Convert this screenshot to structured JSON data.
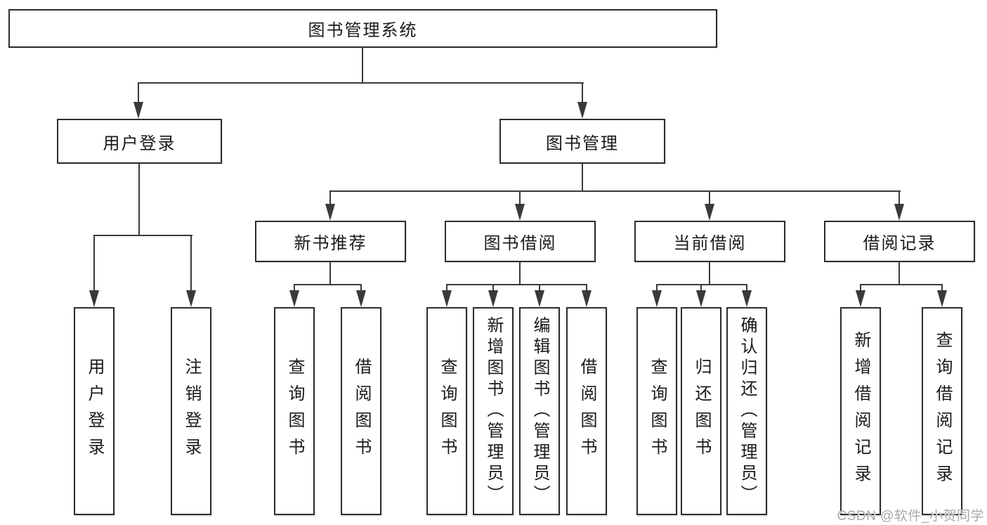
{
  "tree": {
    "label": "图书管理系统",
    "children": [
      {
        "label": "用户登录",
        "children": [
          {
            "label": "用户登录"
          },
          {
            "label": "注销登录"
          }
        ]
      },
      {
        "label": "图书管理",
        "children": [
          {
            "label": "新书推荐",
            "children": [
              {
                "label": "查询图书"
              },
              {
                "label": "借阅图书"
              }
            ]
          },
          {
            "label": "图书借阅",
            "children": [
              {
                "label": "查询图书"
              },
              {
                "label": "新增图书（管理员）"
              },
              {
                "label": "编辑图书（管理员）"
              },
              {
                "label": "借阅图书"
              }
            ]
          },
          {
            "label": "当前借阅",
            "children": [
              {
                "label": "查询图书"
              },
              {
                "label": "归还图书"
              },
              {
                "label": "确认归还（管理员）"
              }
            ]
          },
          {
            "label": "借阅记录",
            "children": [
              {
                "label": "新增借阅记录"
              },
              {
                "label": "查询借阅记录"
              }
            ]
          }
        ]
      }
    ]
  },
  "watermark": {
    "text": "CSDN @软件_小贺同学"
  },
  "colors": {
    "line": "#3a3a3a",
    "border": "#2d2d2d",
    "text": "#1a1a1a",
    "canvas_bg": "#ffffff",
    "watermark": "#a9a9a9"
  }
}
